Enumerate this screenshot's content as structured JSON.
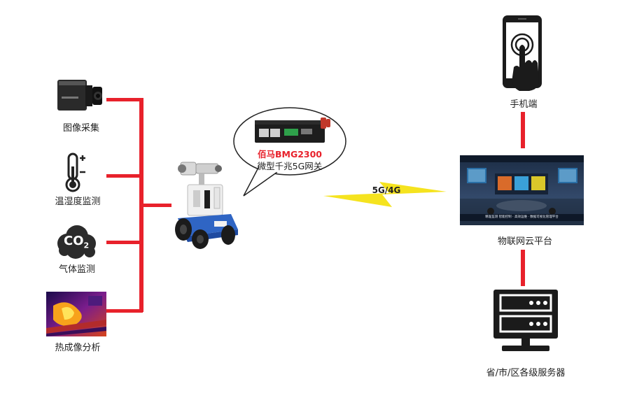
{
  "sensors": [
    {
      "label": "图像采集",
      "icon": "camera-icon"
    },
    {
      "label": "温湿度监测",
      "icon": "thermometer-icon"
    },
    {
      "label": "气体监测",
      "icon": "co2-cloud-icon"
    },
    {
      "label": "热成像分析",
      "icon": "thermal-image-icon"
    }
  ],
  "co2_text": {
    "main": "CO",
    "sub": "2"
  },
  "bubble": {
    "title": "佰马BMG2300",
    "subtitle": "微型千兆5G网关"
  },
  "link": {
    "label": "5G/4G"
  },
  "right_nodes": {
    "phone": {
      "label": "手机端"
    },
    "platform": {
      "label": "物联网云平台",
      "screen_caption": "精准监测 智能控制 · 高效运维 · 数据可视化管理平台"
    },
    "server": {
      "label": "省/市/区各级服务器"
    }
  },
  "colors": {
    "line": "#e8212b",
    "lightning": "#f5e31f",
    "device": "#1d1d1d"
  }
}
